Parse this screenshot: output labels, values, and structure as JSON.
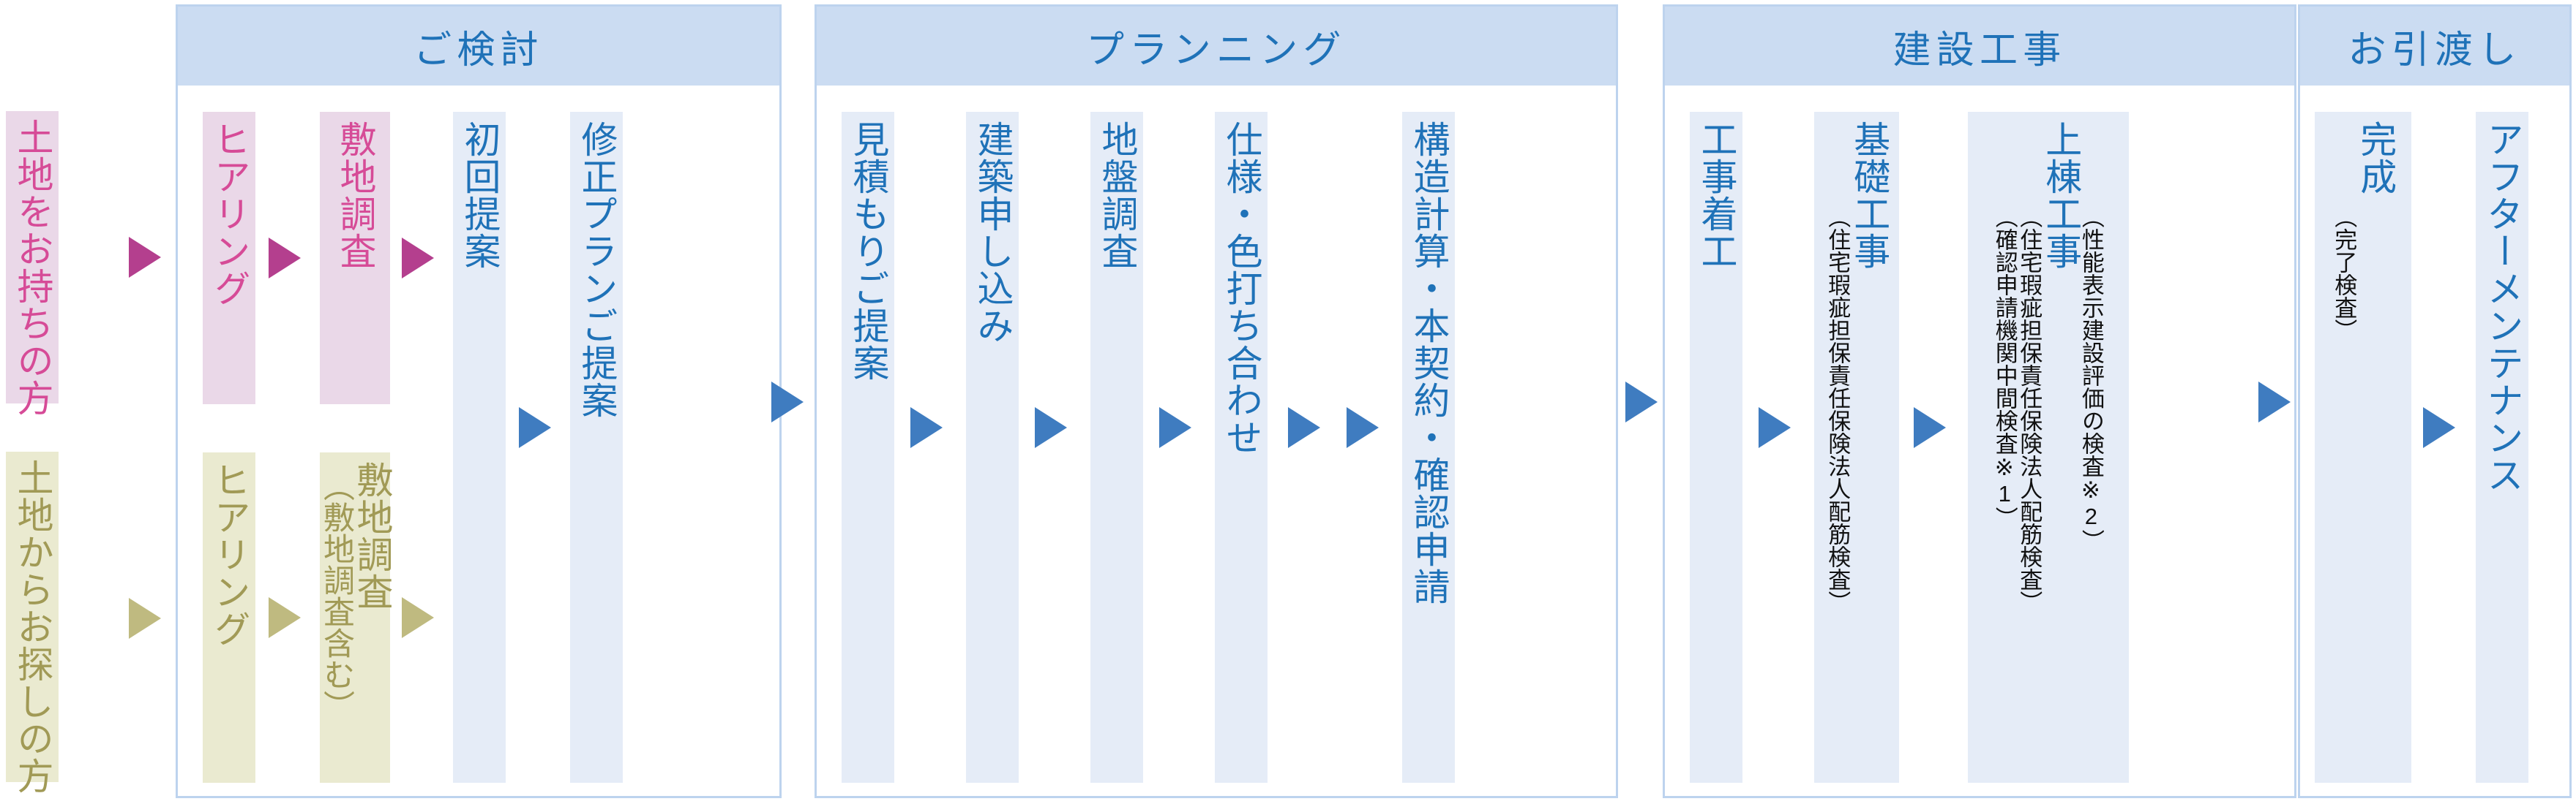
{
  "diagram": {
    "title_semantics": "home-building-process-flow",
    "colors": {
      "header_bg": "#cbdcf2",
      "header_text": "#1f72b8",
      "step_bg": "#e5ecf7",
      "step_text": "#1f72b8",
      "pink_bg": "#ead8e8",
      "pink_text": "#d64b97",
      "pink_arrow": "#b43f8e",
      "olive_bg": "#eaead0",
      "olive_text": "#a19a56",
      "olive_arrow": "#bfba80",
      "blue_arrow": "#3f7cc0",
      "note_text": "#111111",
      "border": "#bdd3ee"
    }
  },
  "entry": {
    "pink_label": "土地をお持ちの方",
    "olive_label": "土地からお探しの方"
  },
  "sections": [
    {
      "id": "consideration",
      "header": "ご検討",
      "steps_pink": [
        "ヒアリング",
        "敷地調査"
      ],
      "steps_olive": [
        "ヒアリング",
        "敷地調査"
      ],
      "olive_note": "（敷地調査含む）",
      "steps_blue": [
        "初回提案",
        "修正プランご提案"
      ]
    },
    {
      "id": "planning",
      "header": "プランニング",
      "steps_blue": [
        "見積もりご提案",
        "建築申し込み",
        "地盤調査",
        "仕様・色打ち合わせ",
        "構造計算・本契約・確認申請"
      ]
    },
    {
      "id": "construction",
      "header": "建設工事",
      "steps": [
        {
          "label": "工事着工",
          "notes": []
        },
        {
          "label": "基礎工事",
          "notes": [
            "（住宅瑕疵担保責任保険法人配筋検査）"
          ]
        },
        {
          "label": "上棟工事",
          "notes": [
            "（性能表示建設評価の検査※2）",
            "（住宅瑕疵担保責任保険法人配筋検査）",
            "（確認申請機関中間検査※1）"
          ]
        }
      ]
    },
    {
      "id": "handover",
      "header": "お引渡し",
      "steps": [
        {
          "label": "完成",
          "notes": [
            "（完了検査）"
          ]
        },
        {
          "label": "アフターメンテナンス",
          "notes": []
        }
      ]
    }
  ]
}
